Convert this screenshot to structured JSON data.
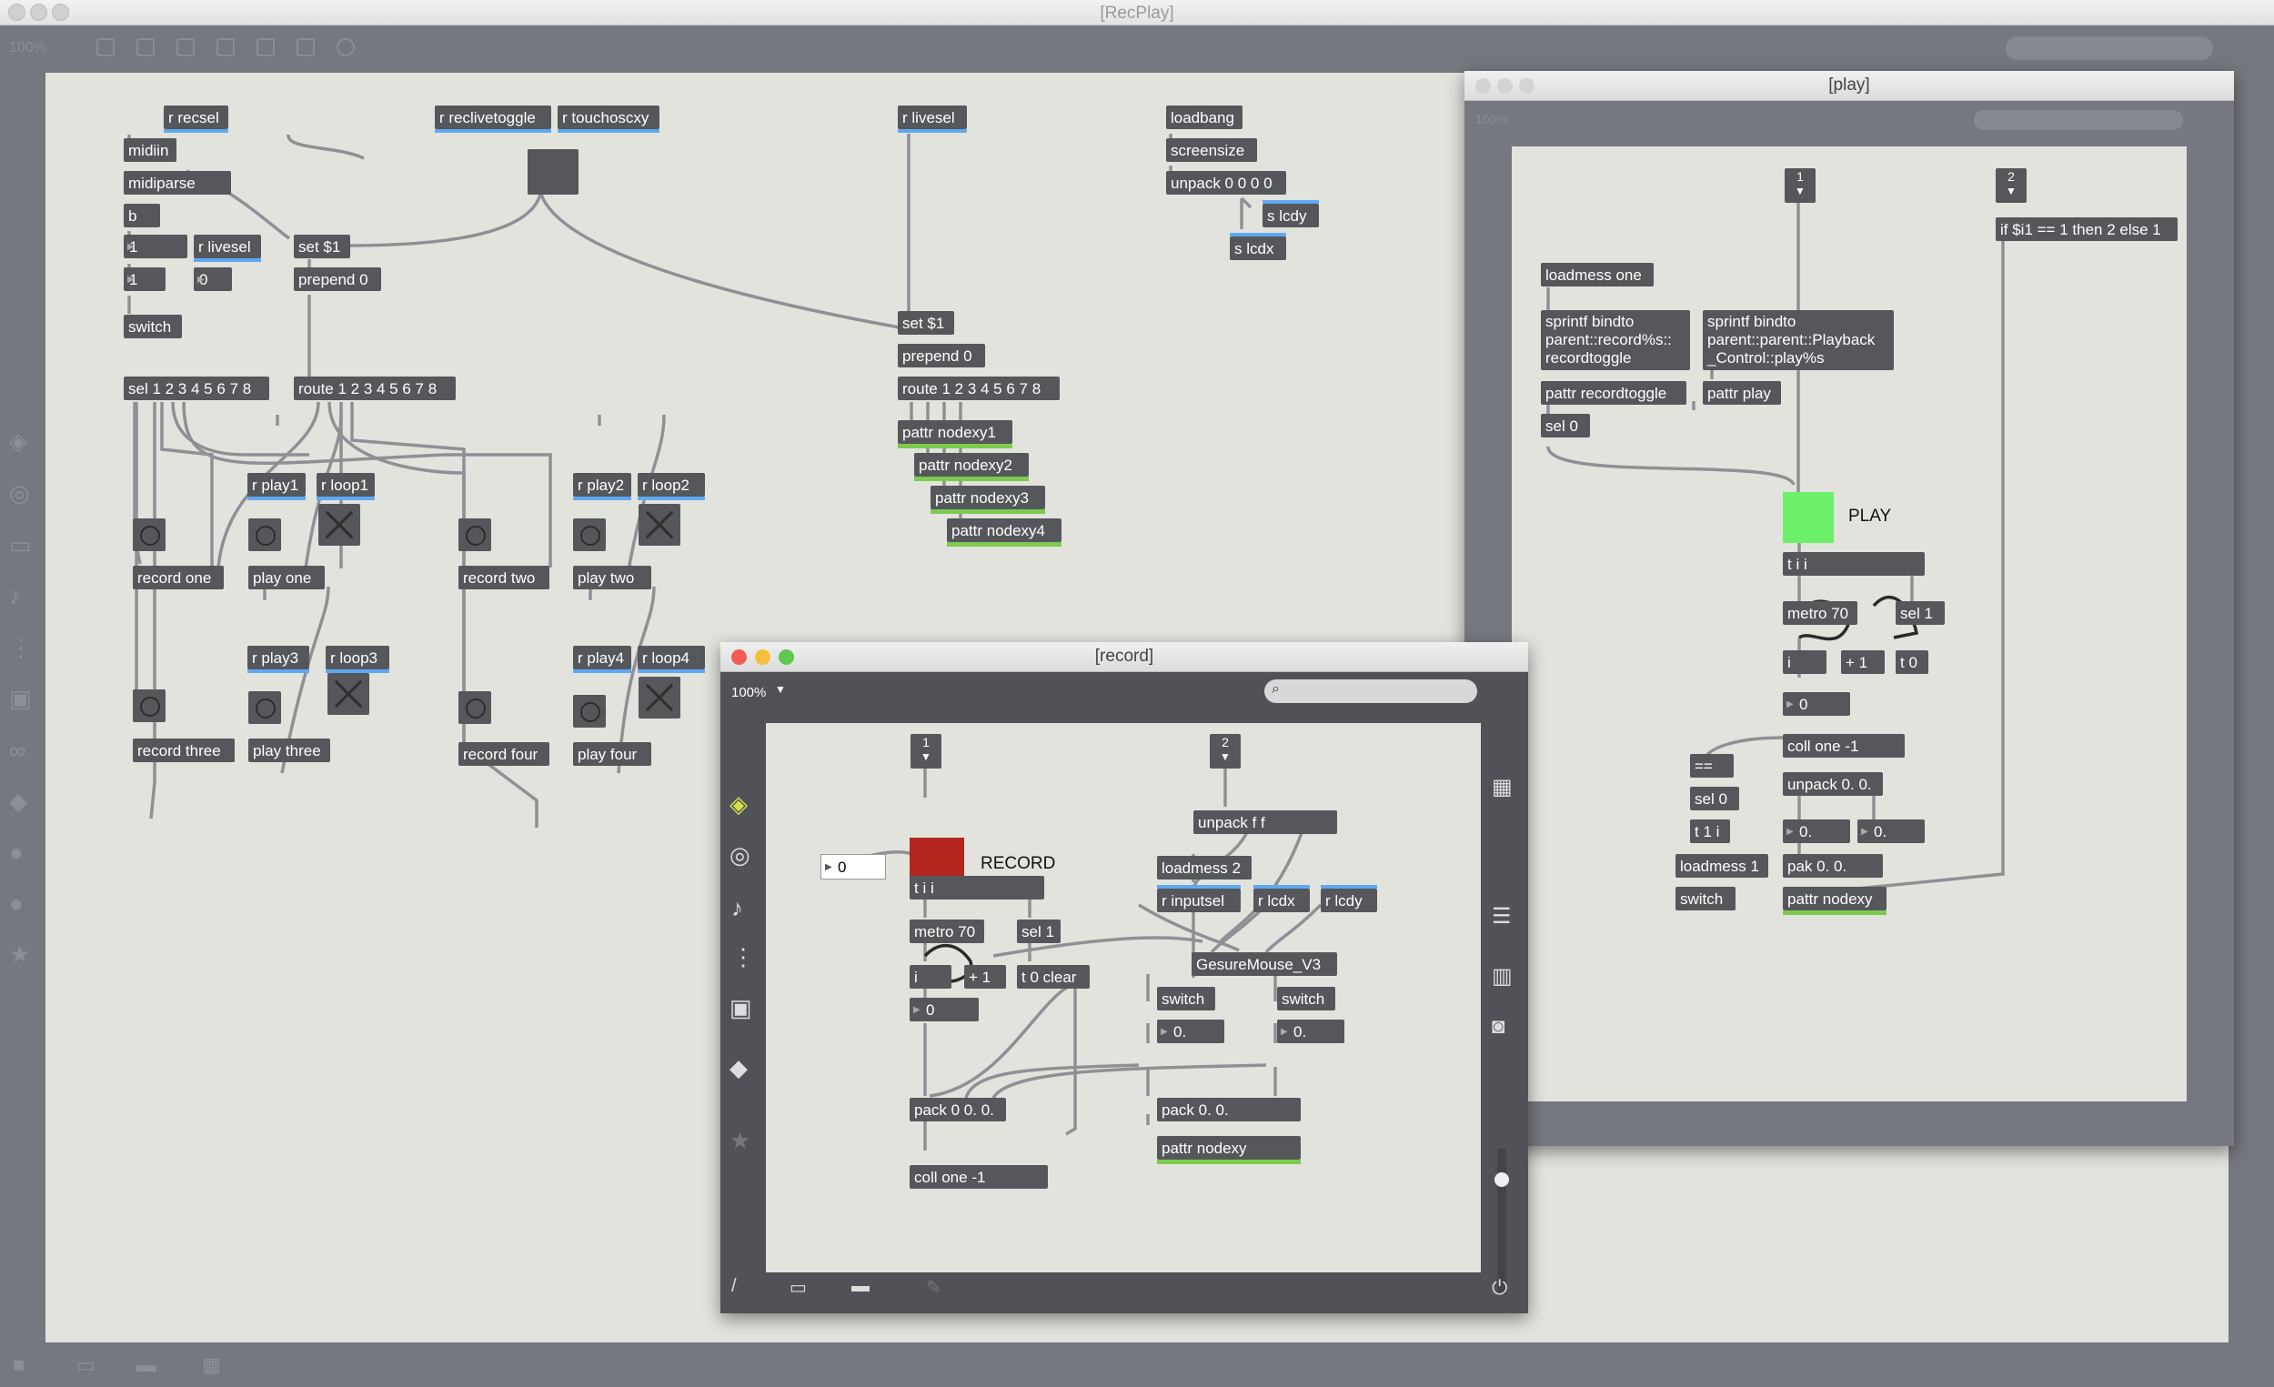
{
  "main": {
    "title": "[RecPlay]",
    "zoom": "100%",
    "objects": {
      "r_recsel": "r recsel",
      "midiin": "midiin",
      "midiparse": "midiparse",
      "b": "b",
      "num_1a": "1",
      "r_livesel_left": "r livesel",
      "num_1b": "1",
      "num_0": "0",
      "switch": "switch",
      "sel": "sel 1 2 3 4 5 6 7 8",
      "r_reclivetoggle": "r reclivetoggle",
      "r_touchoscxy": "r touchoscxy",
      "set1_a": "set $1",
      "prepend0_a": "prepend 0",
      "route_a": "route 1 2 3 4 5 6 7 8",
      "r_livesel": "r livesel",
      "set1_b": "set $1",
      "prepend0_b": "prepend 0",
      "route_b": "route 1 2 3 4 5 6 7 8",
      "pattr_nodexy1": "pattr nodexy1",
      "pattr_nodexy2": "pattr nodexy2",
      "pattr_nodexy3": "pattr nodexy3",
      "pattr_nodexy4": "pattr nodexy4",
      "loadbang": "loadbang",
      "screensize": "screensize",
      "unpack": "unpack 0 0 0 0",
      "s_lcdy": "s lcdy",
      "s_lcdx": "s lcdx",
      "r_play1": "r play1",
      "r_loop1": "r loop1",
      "r_play2": "r play2",
      "r_loop2": "r loop2",
      "r_play3": "r play3",
      "r_loop3": "r loop3",
      "r_play4": "r play4",
      "r_loop4": "r loop4",
      "record_one": "record one",
      "play_one": "play one",
      "record_two": "record two",
      "play_two": "play two",
      "record_three": "record three",
      "play_three": "play three",
      "record_four": "record four",
      "play_four": "play four"
    }
  },
  "play_window": {
    "title": "[play]",
    "zoom": "100%",
    "objects": {
      "inlet1": "1",
      "inlet2": "2",
      "if_expr": "if $i1 == 1 then 2 else 1",
      "loadmess_one": "loadmess one",
      "sprintf_a": "sprintf bindto parent::record%s:: recordtoggle",
      "sprintf_b": "sprintf bindto parent::parent::Playback _Control::play%s",
      "pattr_recordtoggle": "pattr recordtoggle",
      "pattr_play": "pattr play",
      "sel0": "sel 0",
      "play_label": "PLAY",
      "tii": "t i i",
      "metro": "metro 70",
      "sel1": "sel 1",
      "i": "i",
      "plus1": "+ 1",
      "t0": "t 0",
      "num0": "0",
      "coll": "coll one -1",
      "eq": "==",
      "sel0b": "sel 0",
      "t1i": "t 1 i",
      "unpack": "unpack 0. 0.",
      "fnum_a": "0.",
      "fnum_b": "0.",
      "loadmess1": "loadmess 1",
      "pak": "pak 0. 0.",
      "switch": "switch",
      "pattr_nodexy": "pattr nodexy"
    }
  },
  "record_window": {
    "title": "[record]",
    "zoom": "100%",
    "objects": {
      "inlet1": "1",
      "inlet2": "2",
      "record_label": "RECORD",
      "num0": "0",
      "tii": "t i i",
      "metro": "metro 70",
      "sel1": "sel 1",
      "i": "i",
      "plus1": "+ 1",
      "t0clear": "t 0 clear",
      "num0b": "0",
      "unpack": "unpack f f",
      "loadmess2": "loadmess 2",
      "r_inputsel": "r inputsel",
      "r_lcdx": "r lcdx",
      "r_lcdy": "r lcdy",
      "gesture": "GesureMouse_V3",
      "switch_a": "switch",
      "switch_b": "switch",
      "fnum_a": "0.",
      "fnum_b": "0.",
      "pack": "pack 0 0. 0.",
      "pack2": "pack 0. 0.",
      "pattr_nodexy": "pattr nodexy",
      "coll": "coll one -1"
    }
  },
  "colors": {
    "patch_bg": "#e3e3de",
    "object_bg": "#55575b",
    "inlet_highlight": "#5fa8f4",
    "pattr_highlight": "#7ccb4f",
    "play_button": "#6cf06a",
    "record_button": "#b3261e"
  }
}
